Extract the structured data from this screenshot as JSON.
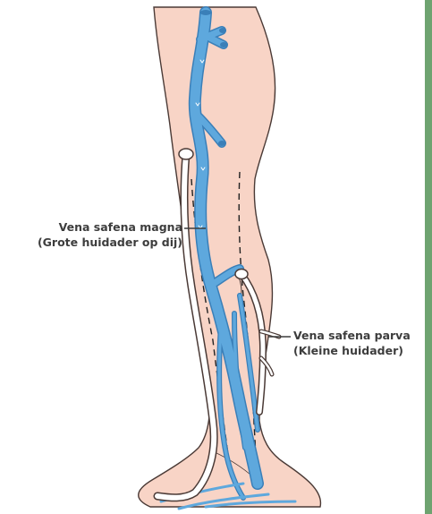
{
  "labels": {
    "magna": {
      "name": "Vena safena magna",
      "description": "(Grote huidader op dij)"
    },
    "parva": {
      "name": "Vena safena parva",
      "description": "(Kleine huidader)"
    }
  },
  "colors": {
    "skin_fill": "#f8d4c6",
    "skin_outline": "#4a3a36",
    "vein_fill": "#5ea8dd",
    "vein_outline": "#3a7fb8",
    "saphenous_fill": "#ffffff",
    "side_bar": "#6ea370",
    "label_text": "#3d3d3d"
  }
}
